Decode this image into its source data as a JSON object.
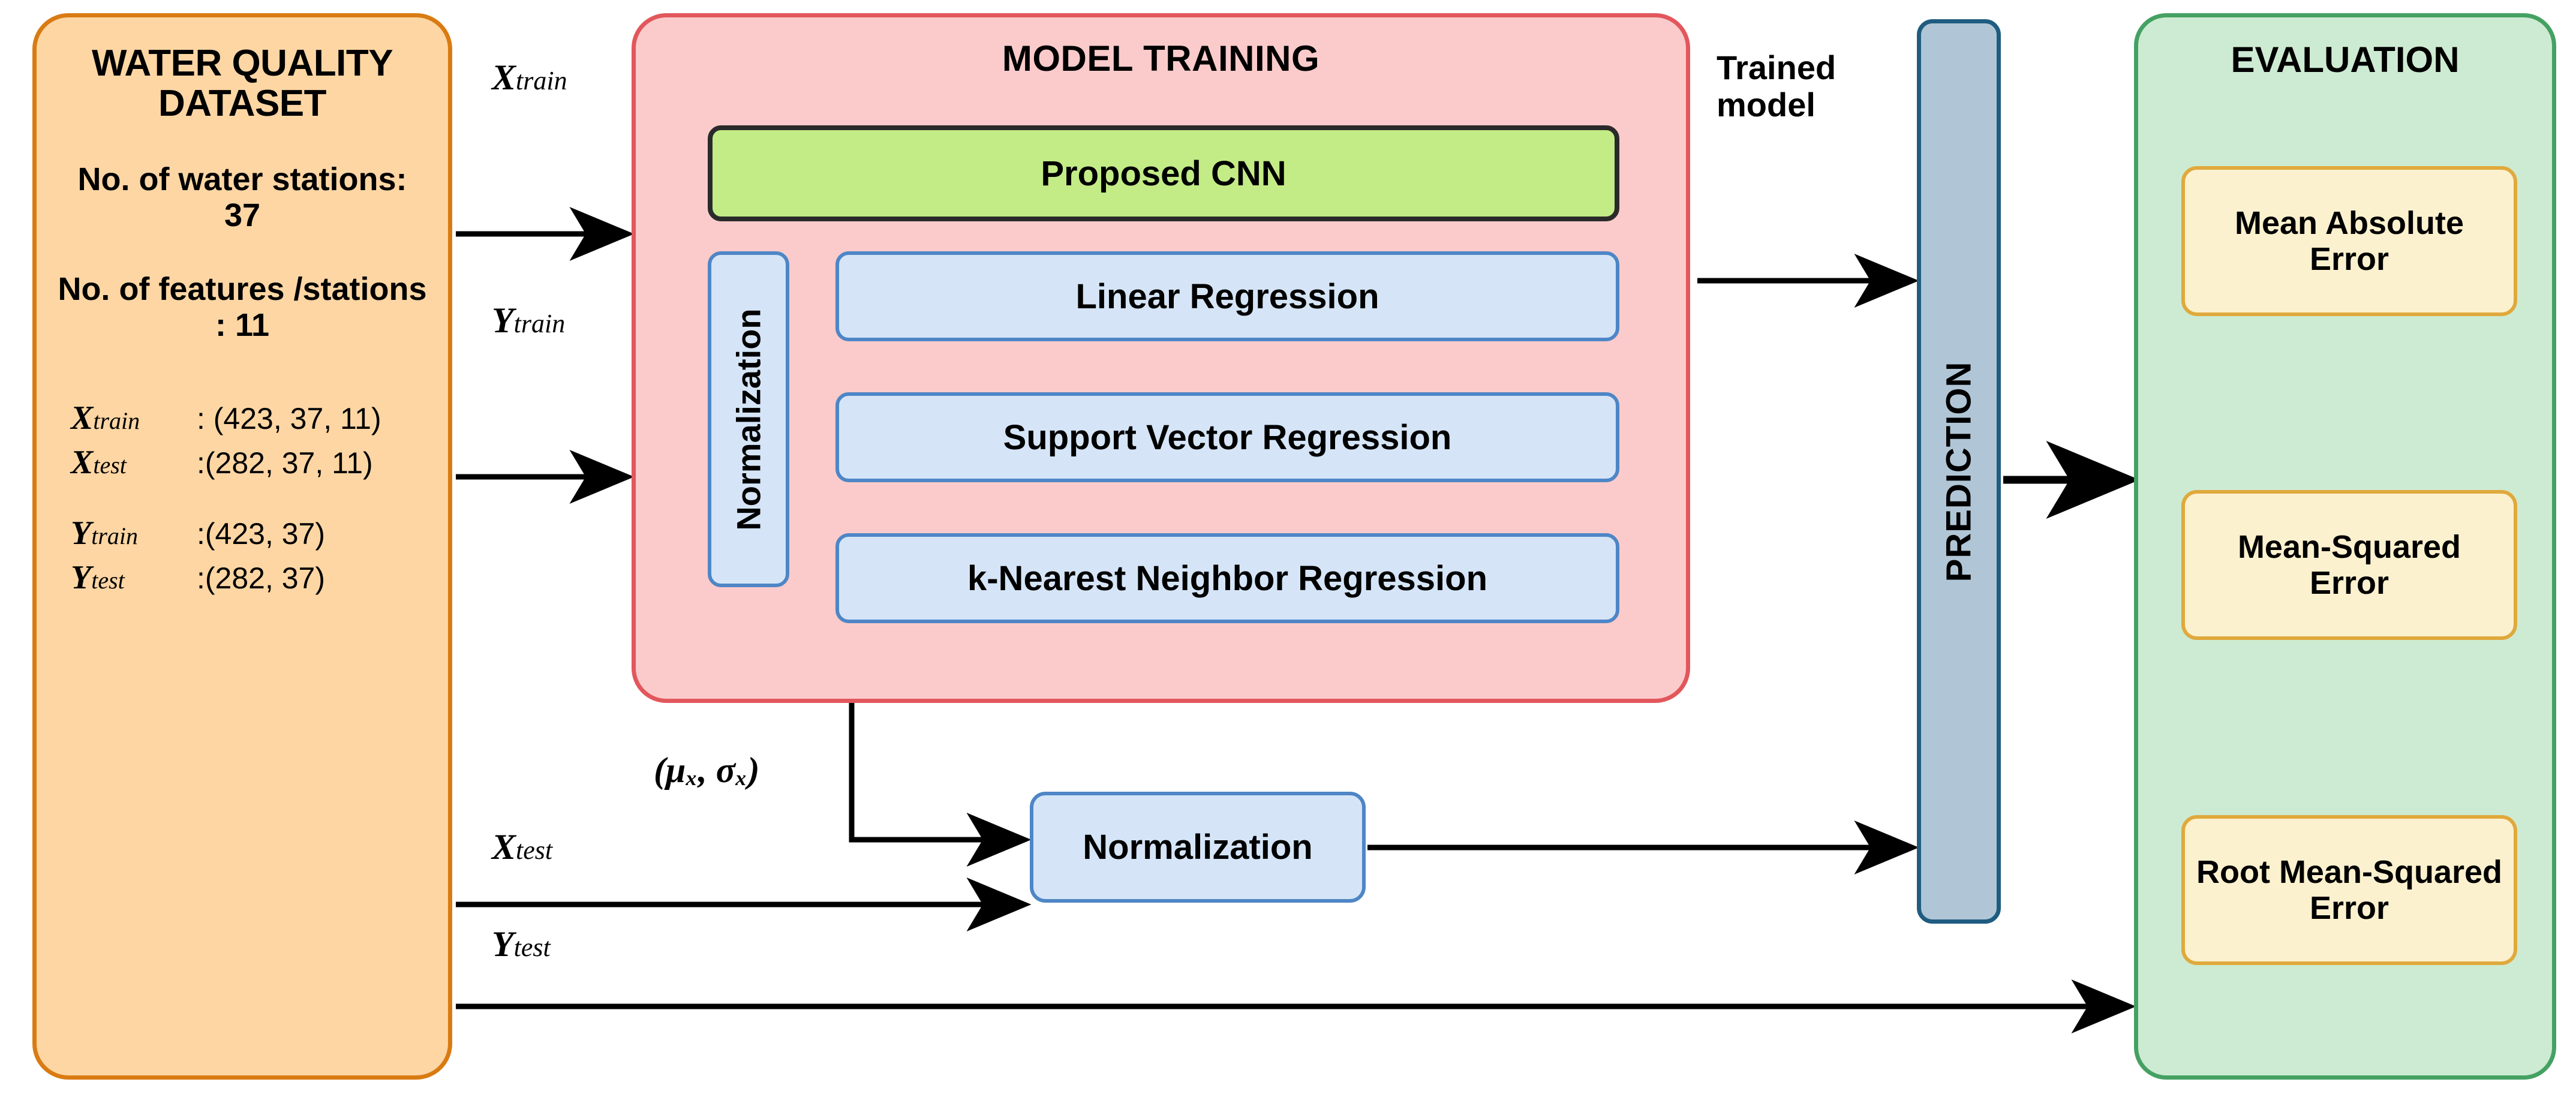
{
  "dataset": {
    "title": "WATER QUALITY DATASET",
    "stations_line": "No. of water stations: 37",
    "features_line": "No. of features /stations : 11",
    "shapes": [
      {
        "symbol": "X",
        "sub": "train",
        "value": ": (423, 37, 11)"
      },
      {
        "symbol": "X",
        "sub": "test",
        "value": ":(282, 37, 11)"
      },
      {
        "symbol": "Y",
        "sub": "train",
        "value": ":(423, 37)"
      },
      {
        "symbol": "Y",
        "sub": "test",
        "value": ":(282, 37)"
      }
    ]
  },
  "training": {
    "title": "MODEL TRAINING",
    "cnn_label": "Proposed CNN",
    "normalization_label": "Normalization",
    "models": [
      "Linear Regression",
      "Support Vector Regression",
      "k-Nearest Neighbor Regression"
    ]
  },
  "test_normalization": {
    "label": "Normalization"
  },
  "prediction": {
    "label": "PREDICTION"
  },
  "evaluation": {
    "title": "EVALUATION",
    "metrics": [
      "Mean Absolute Error",
      "Mean-Squared Error",
      "Root Mean-Squared Error"
    ]
  },
  "edges": {
    "x_train": {
      "symbol": "X",
      "sub": "train"
    },
    "y_train": {
      "symbol": "Y",
      "sub": "train"
    },
    "x_test": {
      "symbol": "X",
      "sub": "test"
    },
    "y_test": {
      "symbol": "Y",
      "sub": "test"
    },
    "mu_sigma": "(μₓ, σₓ)",
    "trained_model": "Trained\nmodel"
  },
  "colors": {
    "dataset_fill": "#FDD6A4",
    "dataset_border": "#D97B12",
    "training_fill": "#FBCBCB",
    "training_border": "#E2575C",
    "cnn_fill": "#C3EC86",
    "cnn_border": "#2A2A2A",
    "model_fill": "#D5E5F7",
    "model_border": "#4E86C6",
    "prediction_fill": "#B0C6D6",
    "prediction_border": "#1F5C80",
    "evaluation_fill": "#CDEBD2",
    "evaluation_border": "#45A163",
    "metric_fill": "#FCF1CE",
    "metric_border": "#E0A93C",
    "arrow": "#000000"
  }
}
